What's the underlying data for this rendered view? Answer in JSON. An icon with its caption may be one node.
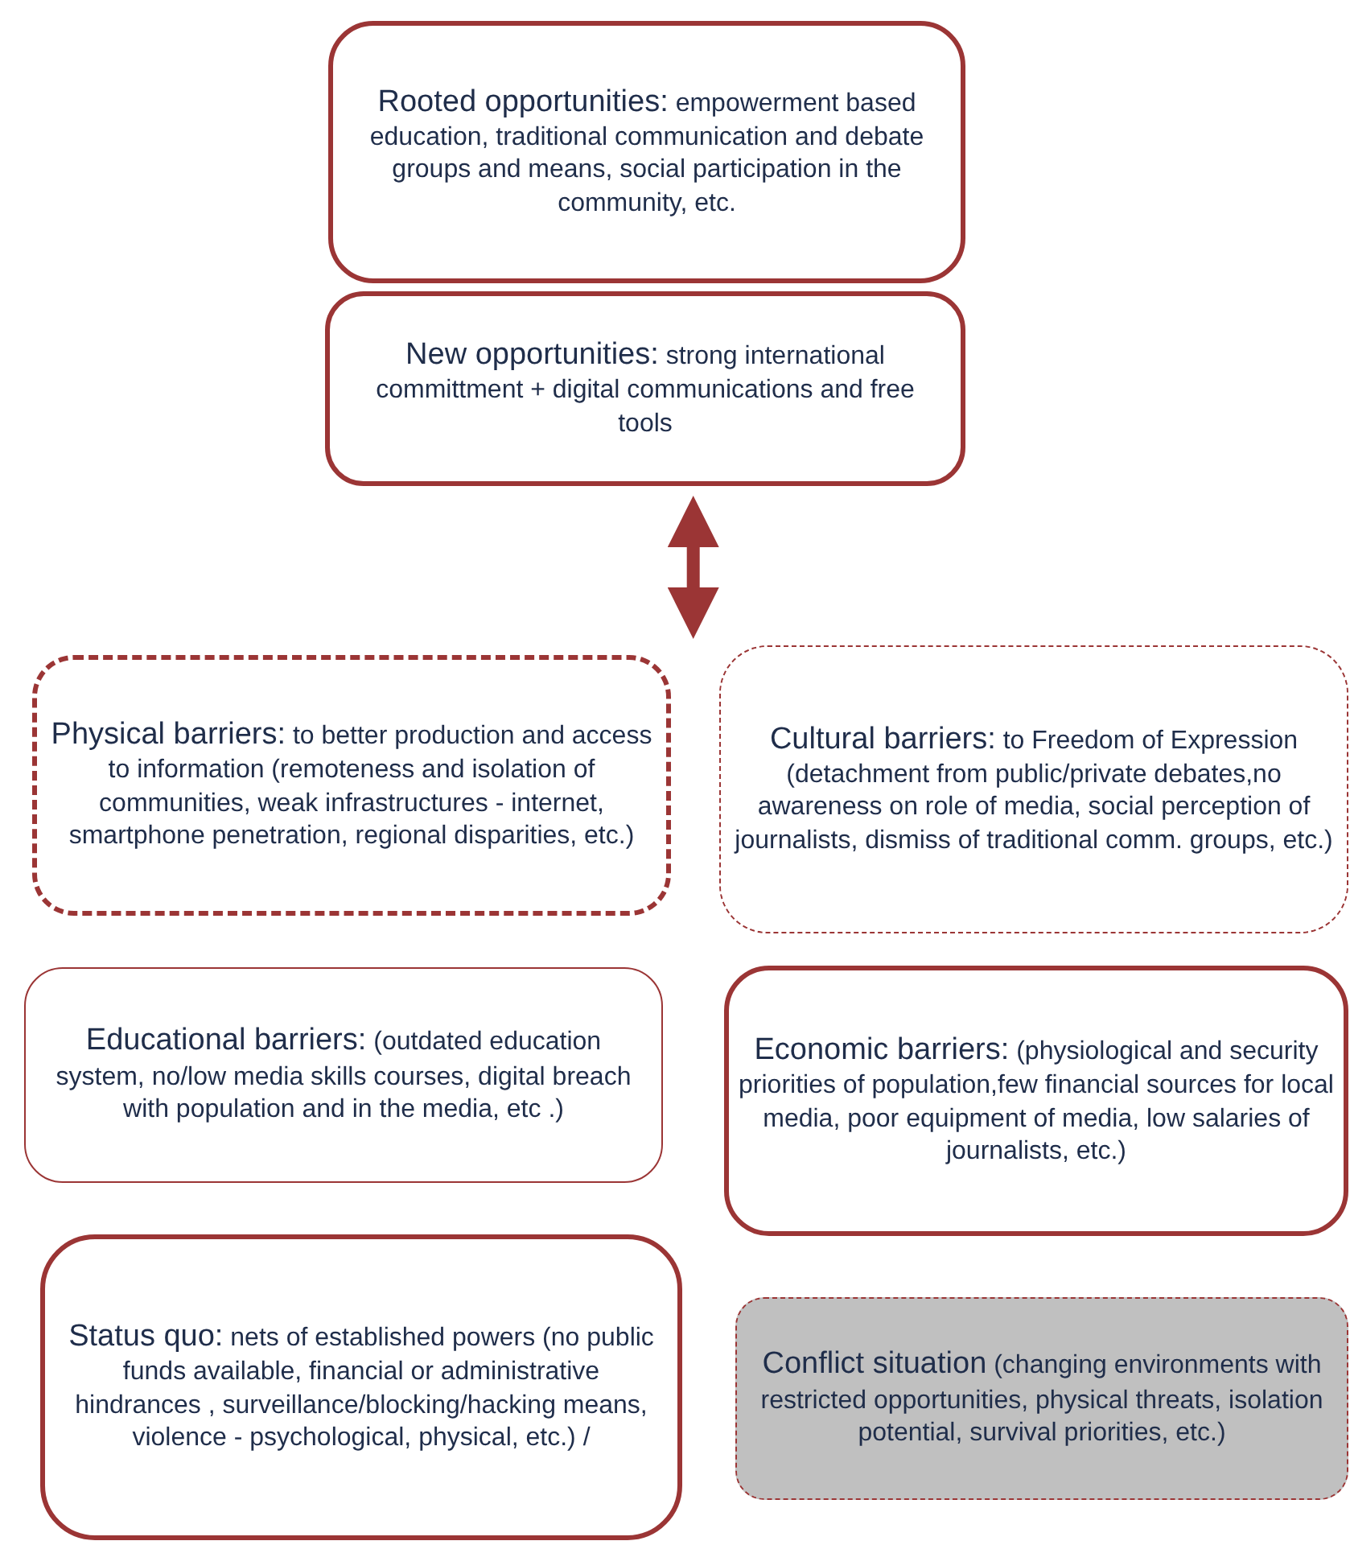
{
  "diagram": {
    "nodes": [
      {
        "text": [
          "Rooted opportunities:",
          "empowerment based education, traditional communication and debate groups and means, social participation in the community, etc."
        ]
      },
      {
        "text": [
          "New opportunities:",
          "strong international committment + digital communications and free tools"
        ]
      },
      {
        "text": [
          "Physical barriers:",
          "to better production and access to information (remoteness and isolation of communities, weak infrastructures - internet,  smartphone penetration, regional disparities, etc.)"
        ]
      },
      {
        "text": [
          "Cultural barriers:",
          "to Freedom of Expression (detachment from public/private debates,no awareness on role of media, social perception of journalists, dismiss of traditional comm. groups, etc.)"
        ]
      },
      {
        "text": [
          "Educational barriers:",
          "(outdated education system, no/low media skills courses, digital breach with population and in the media, etc .)"
        ]
      },
      {
        "text": [
          "Economic barriers:",
          "(physiological and security priorities of population,few financial sources for local media, poor equipment of media, low salaries of journalists, etc.)"
        ]
      },
      {
        "text": [
          "Status quo:",
          "nets of established powers (no public funds available, financial or administrative hindrances , surveillance/blocking/hacking means, violence - psychological, physical, etc.) /"
        ]
      },
      {
        "text": [
          "Conflict situation",
          "(changing environments with restricted opportunities, physical threats, isolation potential,  survival priorities, etc.)"
        ]
      }
    ],
    "edges": [
      {
        "from": 1,
        "to": 2,
        "arrow": "both"
      }
    ]
  }
}
